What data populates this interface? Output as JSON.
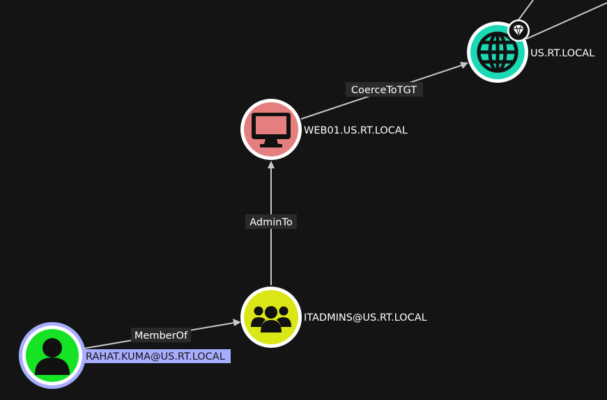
{
  "colors": {
    "background": "#141414",
    "edge": "#c8c8c8",
    "edge_label_bg": "#2a2a2a",
    "selection": "#a8aeff",
    "user_node": "#17e325",
    "group_node": "#dbe617",
    "computer_node": "#e57f7f",
    "domain_node": "#1bd9b5"
  },
  "nodes": {
    "domain": {
      "label": "US.RT.LOCAL",
      "icon": "globe-icon",
      "badge_icon": "gem-icon"
    },
    "computer": {
      "label": "WEB01.US.RT.LOCAL",
      "icon": "desktop-icon"
    },
    "group": {
      "label": "ITADMINS@US.RT.LOCAL",
      "icon": "users-icon"
    },
    "user": {
      "label": "RAHAT.KUMA@US.RT.LOCAL",
      "icon": "user-icon",
      "selected": true
    }
  },
  "edges": {
    "member_of": {
      "label": "MemberOf"
    },
    "admin_to": {
      "label": "AdminTo"
    },
    "coerce_to_tgt": {
      "label": "CoerceToTGT"
    }
  }
}
